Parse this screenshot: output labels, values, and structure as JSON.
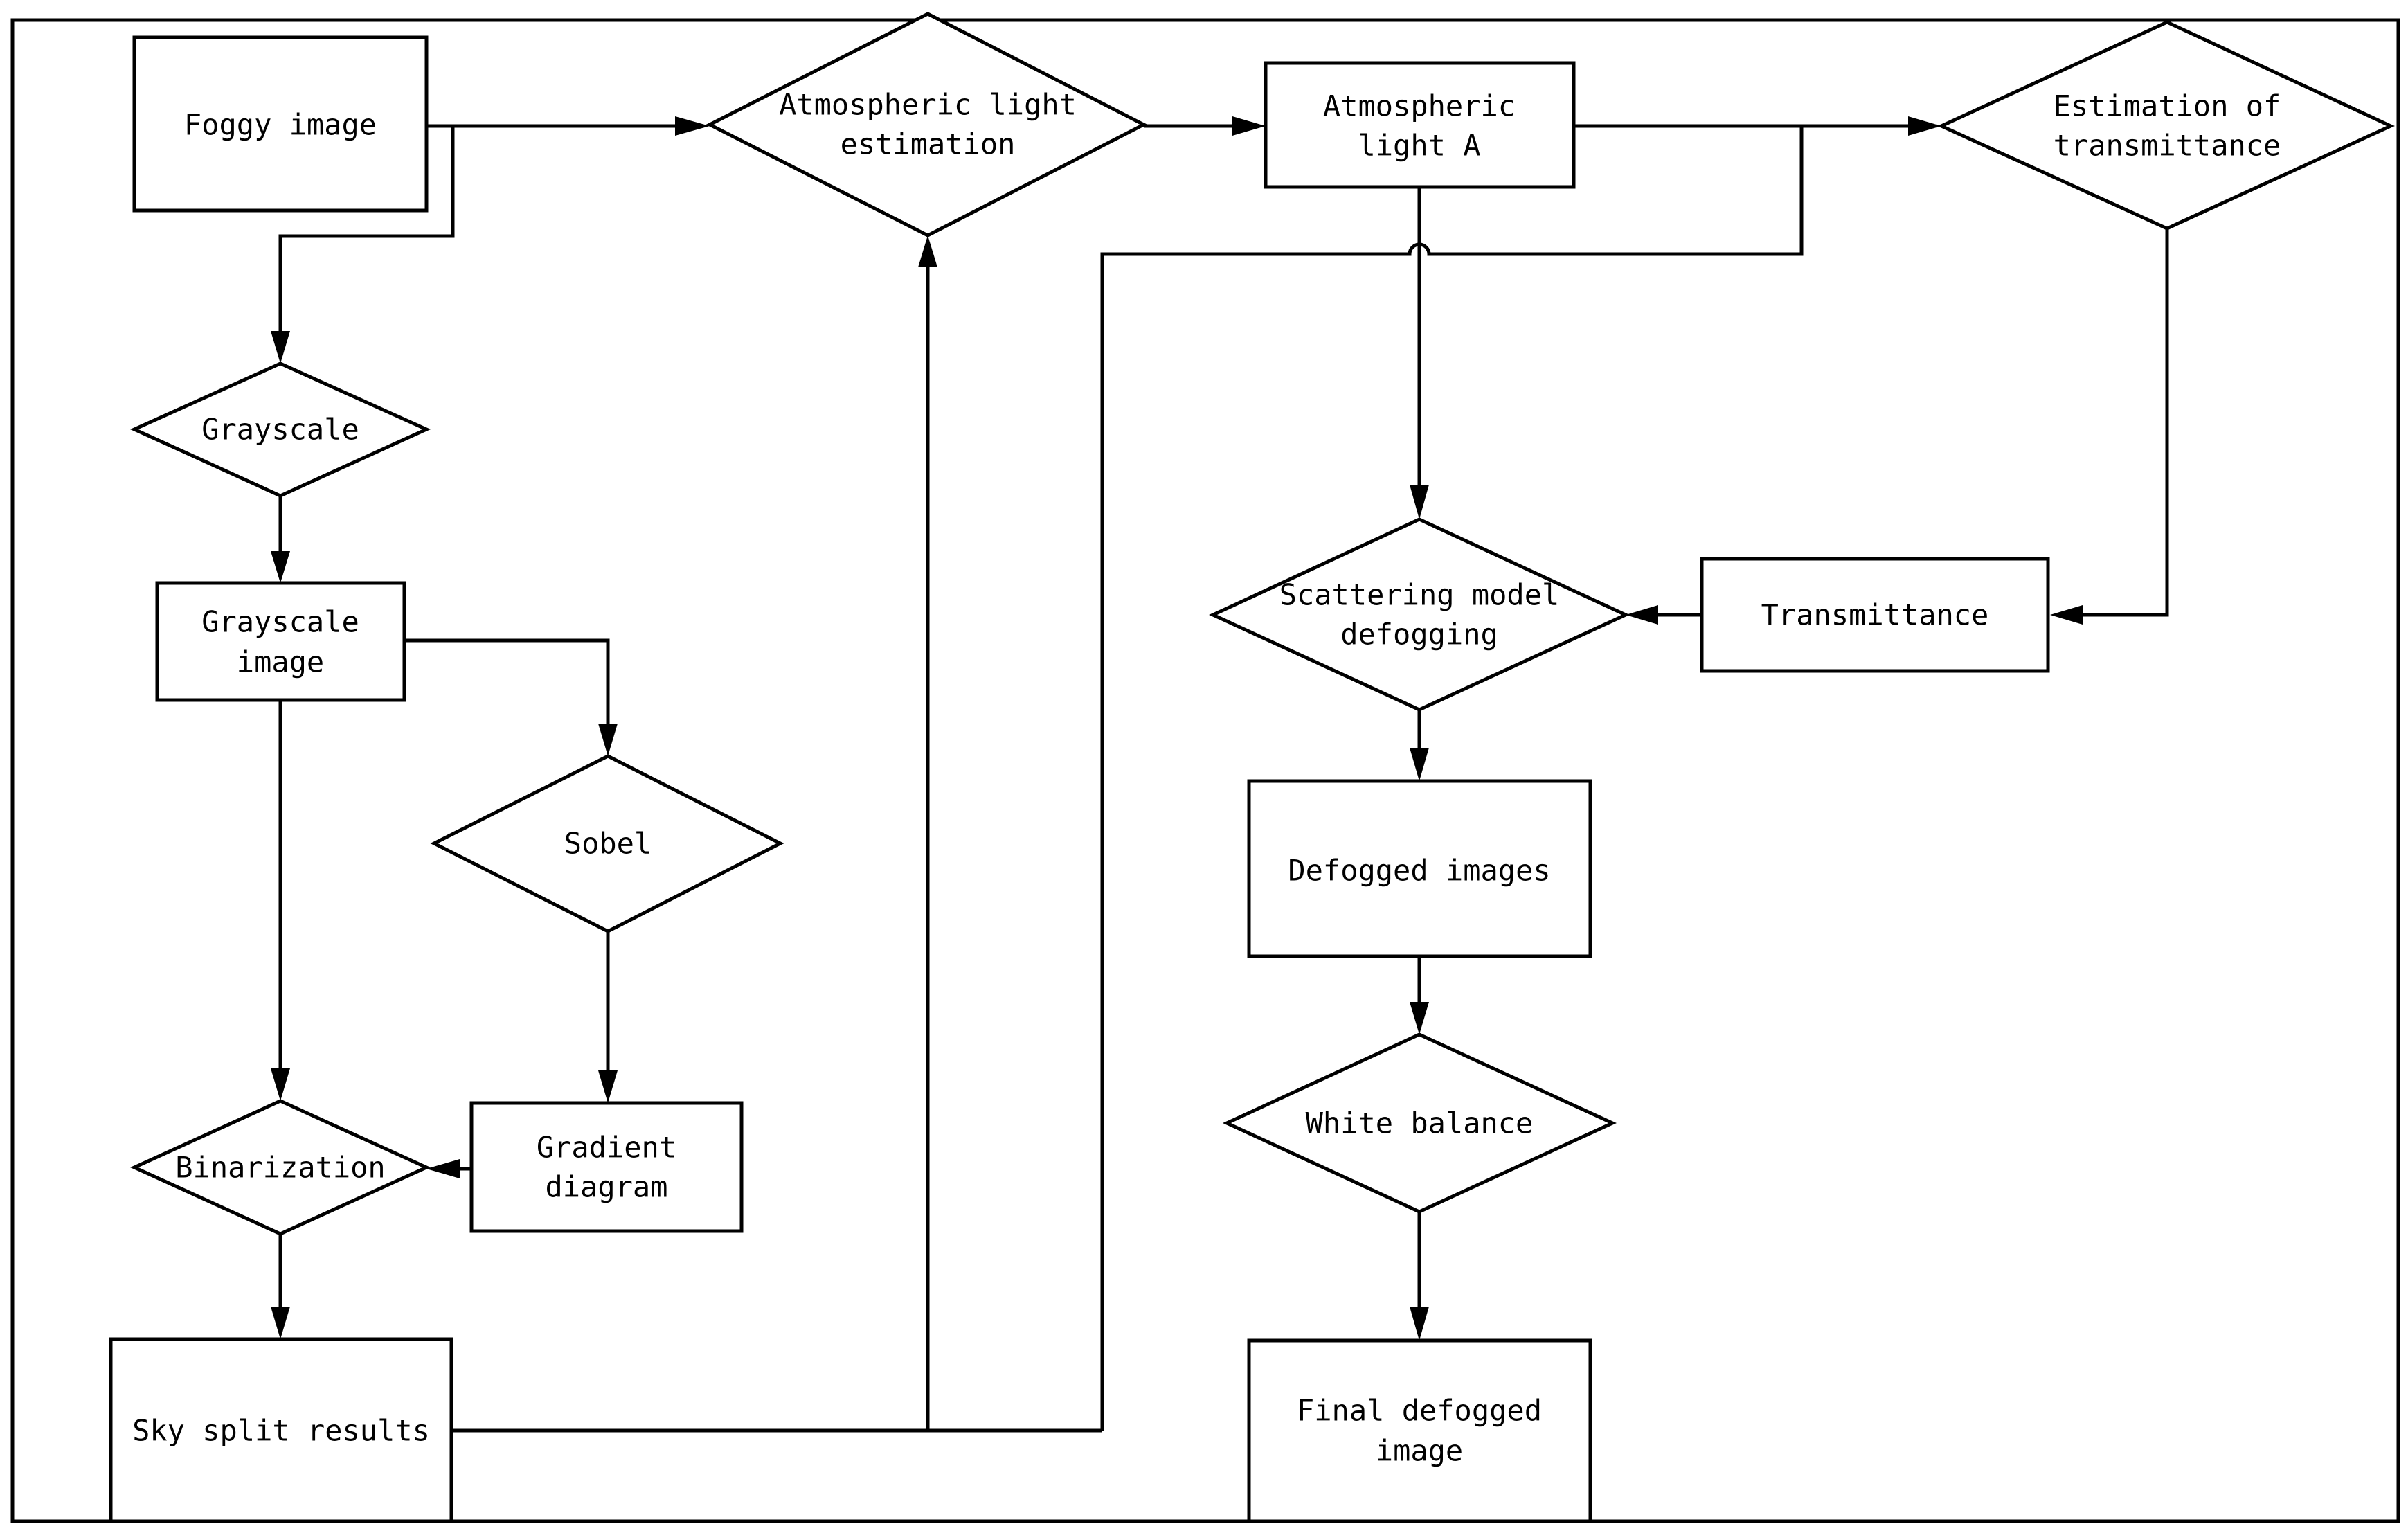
{
  "diagram": {
    "type": "flowchart",
    "nodes": {
      "foggy_image": {
        "shape": "rectangle",
        "lines": [
          "Foggy image"
        ]
      },
      "grayscale_op": {
        "shape": "diamond",
        "lines": [
          "Grayscale"
        ]
      },
      "grayscale_image": {
        "shape": "rectangle",
        "lines": [
          "Grayscale",
          "image"
        ]
      },
      "sobel": {
        "shape": "diamond",
        "lines": [
          "Sobel"
        ]
      },
      "gradient_diagram": {
        "shape": "rectangle",
        "lines": [
          "Gradient",
          "diagram"
        ]
      },
      "binarization": {
        "shape": "diamond",
        "lines": [
          "Binarization"
        ]
      },
      "sky_split_results": {
        "shape": "rectangle",
        "lines": [
          "Sky split results"
        ]
      },
      "atmospheric_light_estimation": {
        "shape": "diamond",
        "lines": [
          "Atmospheric light",
          "estimation"
        ]
      },
      "atmospheric_light_a": {
        "shape": "rectangle",
        "lines": [
          "Atmospheric",
          "light A"
        ]
      },
      "estimation_of_transmittance": {
        "shape": "diamond",
        "lines": [
          "Estimation of",
          "transmittance"
        ]
      },
      "transmittance": {
        "shape": "rectangle",
        "lines": [
          "Transmittance"
        ]
      },
      "scattering_model_defogging": {
        "shape": "diamond",
        "lines": [
          "Scattering model",
          "defogging"
        ]
      },
      "defogged_images": {
        "shape": "rectangle",
        "lines": [
          "Defogged images"
        ]
      },
      "white_balance": {
        "shape": "diamond",
        "lines": [
          "White balance"
        ]
      },
      "final_defogged_image": {
        "shape": "rectangle",
        "lines": [
          "Final defogged",
          "image"
        ]
      }
    },
    "edges": [
      {
        "from": "foggy_image",
        "to": "atmospheric_light_estimation"
      },
      {
        "from": "foggy_image",
        "to": "grayscale_op"
      },
      {
        "from": "grayscale_op",
        "to": "grayscale_image"
      },
      {
        "from": "grayscale_image",
        "to": "sobel"
      },
      {
        "from": "grayscale_image",
        "to": "binarization"
      },
      {
        "from": "sobel",
        "to": "gradient_diagram"
      },
      {
        "from": "gradient_diagram",
        "to": "binarization"
      },
      {
        "from": "binarization",
        "to": "sky_split_results"
      },
      {
        "from": "sky_split_results",
        "to": "atmospheric_light_estimation"
      },
      {
        "from": "sky_split_results",
        "to": "estimation_of_transmittance"
      },
      {
        "from": "atmospheric_light_estimation",
        "to": "atmospheric_light_a"
      },
      {
        "from": "atmospheric_light_a",
        "to": "estimation_of_transmittance"
      },
      {
        "from": "atmospheric_light_a",
        "to": "scattering_model_defogging"
      },
      {
        "from": "estimation_of_transmittance",
        "to": "transmittance"
      },
      {
        "from": "transmittance",
        "to": "scattering_model_defogging"
      },
      {
        "from": "scattering_model_defogging",
        "to": "defogged_images"
      },
      {
        "from": "defogged_images",
        "to": "white_balance"
      },
      {
        "from": "white_balance",
        "to": "final_defogged_image"
      }
    ]
  },
  "colors": {
    "stroke": "#000000",
    "fill": "#ffffff",
    "text": "#000000"
  }
}
